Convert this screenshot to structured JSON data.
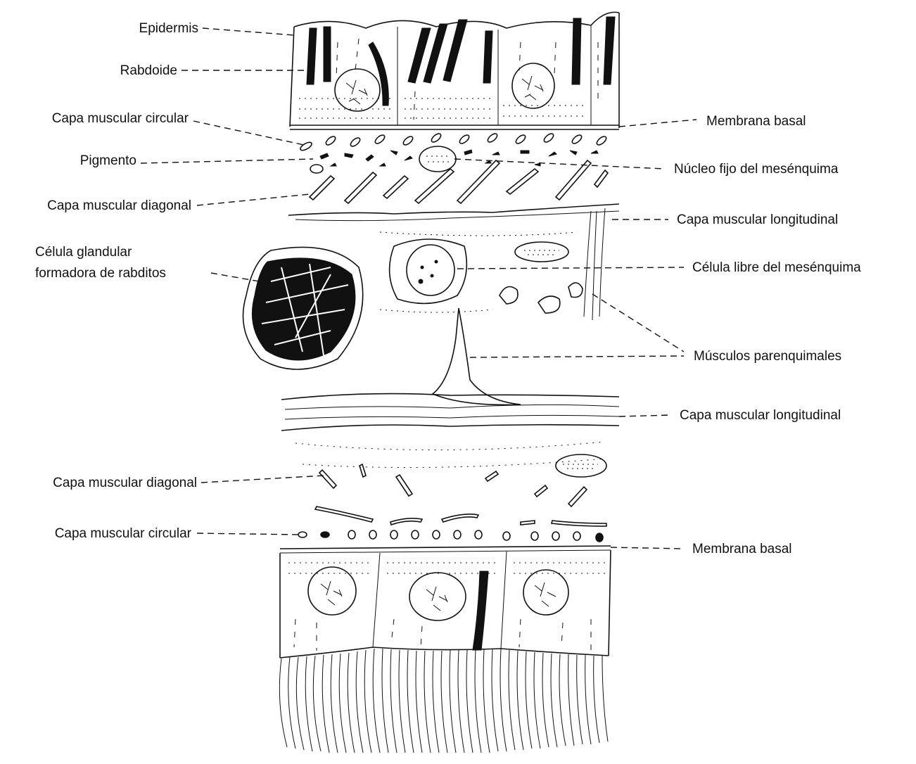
{
  "labels_left": {
    "epidermis": "Epidermis",
    "rabdoide": "Rabdoide",
    "capa_circular_top": "Capa muscular circular",
    "pigmento": "Pigmento",
    "capa_diagonal_top": "Capa muscular diagonal",
    "celula_glandular_1": "Célula glandular",
    "celula_glandular_2": "formadora de rabditos",
    "capa_diagonal_bottom": "Capa muscular diagonal",
    "capa_circular_bottom": "Capa muscular circular"
  },
  "labels_right": {
    "membrana_basal_top": "Membrana basal",
    "nucleo_fijo": "Núcleo fijo del mesénquima",
    "capa_longitudinal_top": "Capa muscular longitudinal",
    "celula_libre": "Célula libre del mesénquima",
    "musculos_parenquimales": "Músculos parenquimales",
    "capa_longitudinal_bottom": "Capa muscular longitudinal",
    "membrana_basal_bottom": "Membrana basal"
  }
}
